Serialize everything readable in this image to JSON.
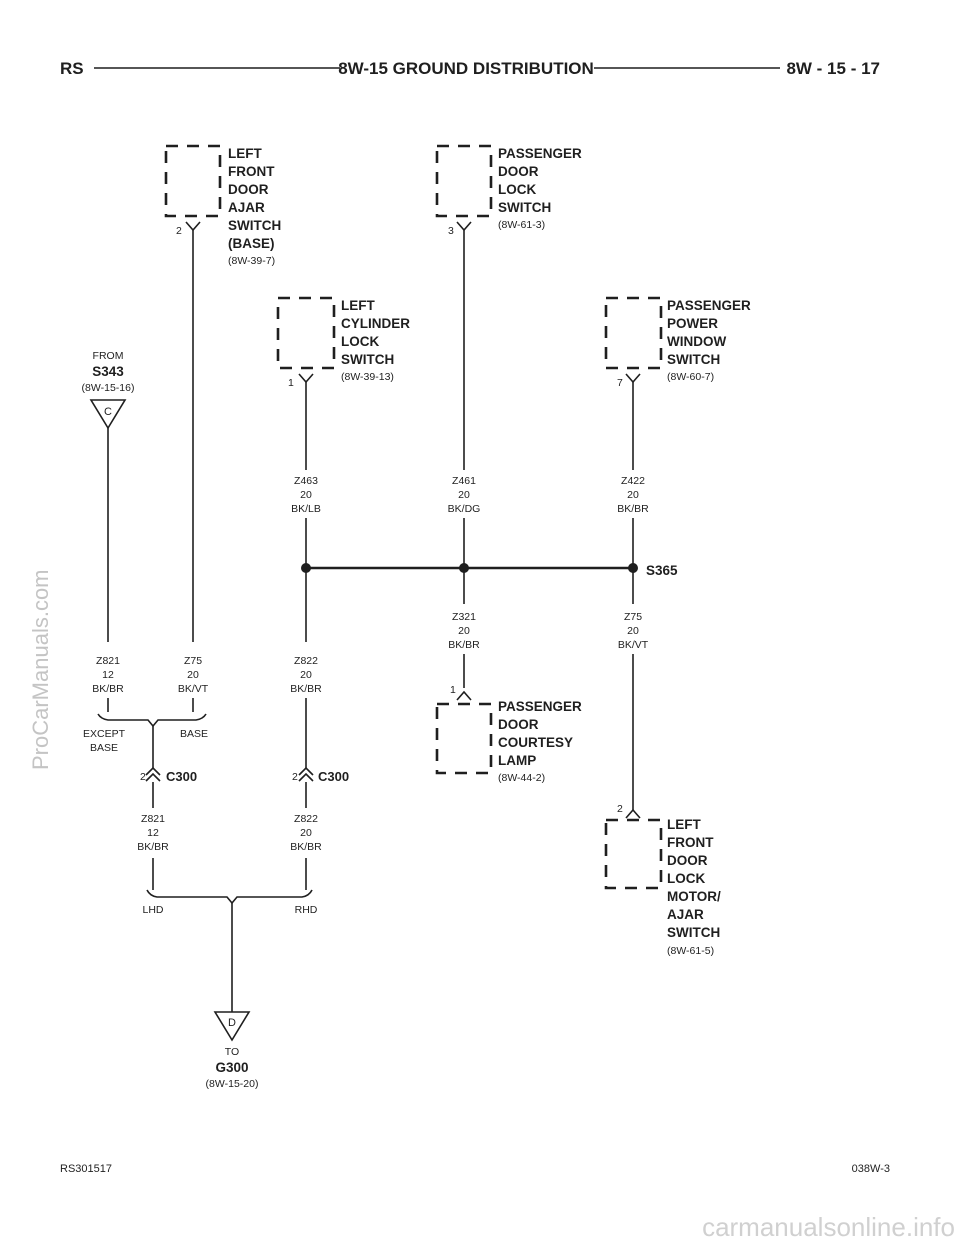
{
  "header": {
    "left": "RS",
    "title": "8W-15 GROUND DISTRIBUTION",
    "right": "8W - 15 - 17"
  },
  "components": {
    "lf_door_ajar": {
      "lines": [
        "LEFT",
        "FRONT",
        "DOOR",
        "AJAR",
        "SWITCH",
        "(BASE)"
      ],
      "ref": "(8W-39-7)",
      "pin": "2"
    },
    "pass_door_lock": {
      "lines": [
        "PASSENGER",
        "DOOR",
        "LOCK",
        "SWITCH"
      ],
      "ref": "(8W-61-3)",
      "pin": "3"
    },
    "left_cyl_lock": {
      "lines": [
        "LEFT",
        "CYLINDER",
        "LOCK",
        "SWITCH"
      ],
      "ref": "(8W-39-13)",
      "pin": "1"
    },
    "pass_power_window": {
      "lines": [
        "PASSENGER",
        "POWER",
        "WINDOW",
        "SWITCH"
      ],
      "ref": "(8W-60-7)",
      "pin": "7"
    },
    "pass_courtesy": {
      "lines": [
        "PASSENGER",
        "DOOR",
        "COURTESY",
        "LAMP"
      ],
      "ref": "(8W-44-2)",
      "pin": "1"
    },
    "lf_lock_motor": {
      "lines": [
        "LEFT",
        "FRONT",
        "DOOR",
        "LOCK",
        "MOTOR/",
        "AJAR",
        "SWITCH"
      ],
      "ref": "(8W-61-5)",
      "pin": "2"
    }
  },
  "from": {
    "label": "FROM",
    "name": "S343",
    "ref": "(8W-15-16)",
    "marker": "C"
  },
  "to": {
    "label": "TO",
    "name": "G300",
    "ref": "(8W-15-20)",
    "marker": "D"
  },
  "splice": "S365",
  "wires": {
    "z463": [
      "Z463",
      "20",
      "BK/LB"
    ],
    "z461": [
      "Z461",
      "20",
      "BK/DG"
    ],
    "z422": [
      "Z422",
      "20",
      "BK/BR"
    ],
    "z321": [
      "Z321",
      "20",
      "BK/BR"
    ],
    "z75_right": [
      "Z75",
      "20",
      "BK/VT"
    ],
    "z821_top": [
      "Z821",
      "12",
      "BK/BR"
    ],
    "z75_left": [
      "Z75",
      "20",
      "BK/VT"
    ],
    "z822_top": [
      "Z822",
      "20",
      "BK/BR"
    ],
    "z821_bot": [
      "Z821",
      "12",
      "BK/BR"
    ],
    "z822_bot": [
      "Z822",
      "20",
      "BK/BR"
    ]
  },
  "options": {
    "except_base": [
      "EXCEPT",
      "BASE"
    ],
    "base": "BASE",
    "lhd": "LHD",
    "rhd": "RHD"
  },
  "connectors": {
    "c300_left": {
      "name": "C300",
      "pin": "2"
    },
    "c300_right": {
      "name": "C300",
      "pin": "2"
    }
  },
  "footer": {
    "left": "RS301517",
    "right": "038W-3"
  },
  "watermarks": {
    "side": "ProCarManuals.com",
    "bottom": "carmanualsonline.info"
  }
}
